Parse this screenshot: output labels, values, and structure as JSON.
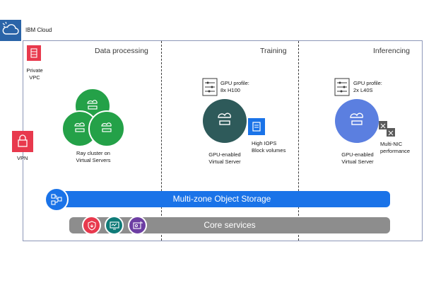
{
  "header": {
    "provider": "IBM Cloud"
  },
  "side": {
    "private_vpc": "Private\nVPC",
    "vpn": "VPN"
  },
  "sections": [
    {
      "title": "Data processing",
      "caption": "Ray cluster on\nVirtual Servers"
    },
    {
      "title": "Training",
      "gpu_profile": "GPU profile:\n8x H100",
      "caption": "GPU-enabled\nVirtual Server",
      "storage_label": "High IOPS\nBlock volumes"
    },
    {
      "title": "Inferencing",
      "gpu_profile": "GPU profile:\n2x L40S",
      "caption": "GPU-enabled\nVirtual Server",
      "network_label": "Multi-NIC\nperformance"
    }
  ],
  "storage": {
    "label": "Multi-zone Object Storage"
  },
  "core": {
    "label": "Core services"
  },
  "colors": {
    "frame": "#8d97b8",
    "cloud_blue": "#2a64a8",
    "red": "#e8394d",
    "green": "#24a148",
    "teal_dark": "#2e5a5a",
    "periwinkle": "#5b7fe0",
    "storage_blue": "#1a73e8",
    "core_gray": "#8d8d8d",
    "purple": "#6d3ea3",
    "teal": "#0f7b78"
  },
  "icons": [
    "cloud-icon",
    "server-stack-icon",
    "vpn-icon",
    "server-icon",
    "gpu-config-icon",
    "block-storage-icon",
    "network-icon",
    "object-storage-icon",
    "security-icon",
    "monitoring-icon",
    "identity-icon"
  ]
}
